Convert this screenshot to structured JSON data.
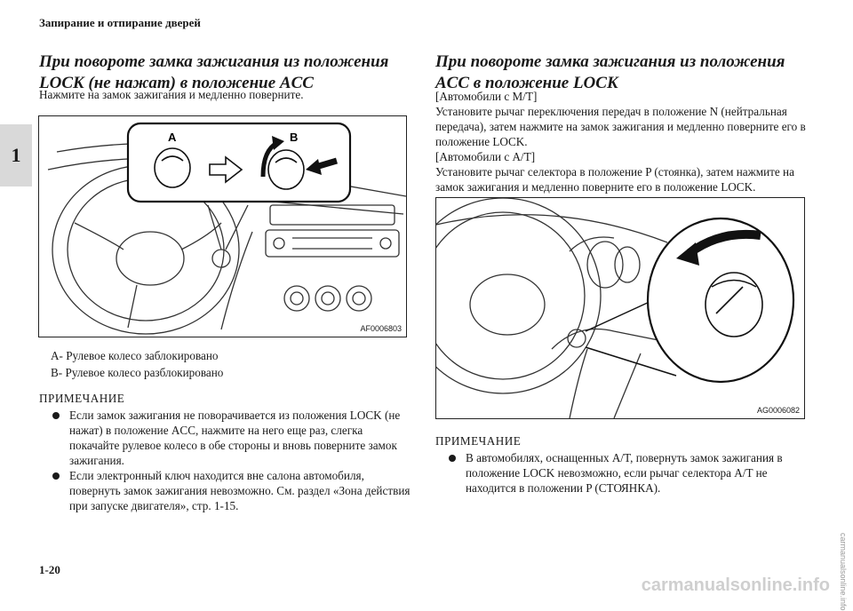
{
  "header": {
    "section_title": "Запирание и отпирание дверей"
  },
  "chapter_tab": {
    "number": "1"
  },
  "left": {
    "title": "При повороте замка зажигания из положения LOCK (не нажат) в положение ACC",
    "intro": "Нажмите на замок зажигания и медленно поверните.",
    "figure": {
      "label_a": "A",
      "label_b": "B",
      "code": "AF0006803"
    },
    "legend": [
      "A- Рулевое колесо заблокировано",
      "B- Рулевое колесо разблокировано"
    ],
    "note": {
      "heading": "ПРИМЕЧАНИЕ",
      "items": [
        "Если замок зажигания не поворачивается из положения LOCK (не нажат) в положение ACC, нажмите на него еще раз, слегка покачайте рулевое колесо в обе стороны и вновь поверните замок зажигания.",
        "Если электронный ключ находится вне салона автомобиля, повернуть замок зажигания невозможно. См. раздел «Зона действия при запуске двигателя», стр. 1-15."
      ]
    }
  },
  "right": {
    "title": "При повороте замка зажигания из положения ACC в положение LOCK",
    "intro_lines": [
      "[Автомобили с M/T]",
      "Установите рычаг переключения передач в положение N (нейтральная передача), затем нажмите на замок зажигания и медленно поверните его в положение LOCK.",
      "[Автомобили с A/T]",
      "Установите рычаг селектора в положение P (стоянка), затем нажмите на замок зажигания и медленно поверните его в положение LOCK."
    ],
    "figure": {
      "code": "AG0006082"
    },
    "note": {
      "heading": "ПРИМЕЧАНИЕ",
      "items": [
        "В автомобилях, оснащенных A/T, повернуть замок зажигания в положение LOCK невозможно, если рычаг селектора A/T не находится в положении P (СТОЯНКА)."
      ]
    }
  },
  "footer": {
    "page_number": "1-20",
    "watermark": "carmanualsonline.info",
    "watermark_small": "carmanualsonline.info"
  }
}
